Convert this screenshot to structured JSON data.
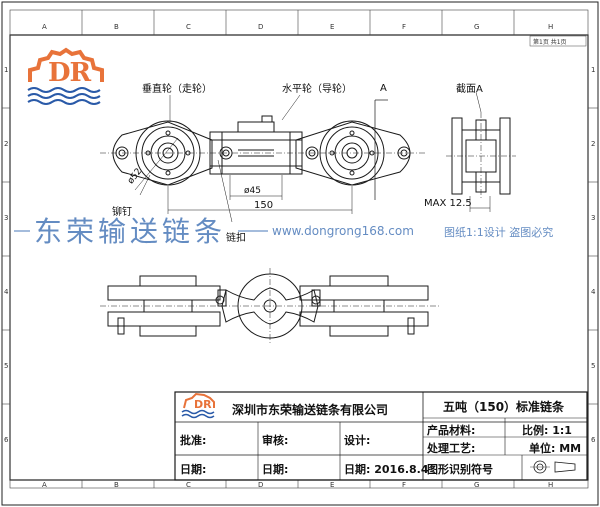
{
  "sheet": {
    "sheet_no": "第1页 共1页",
    "col_labels_top": [
      "A",
      "B",
      "C",
      "D",
      "E",
      "F",
      "G",
      "H"
    ],
    "col_labels_bottom": [
      "A",
      "B",
      "C",
      "D",
      "E",
      "F",
      "G",
      "H"
    ],
    "row_labels_left": [
      "1",
      "2",
      "3",
      "4",
      "5",
      "6"
    ],
    "row_labels_right": [
      "1",
      "2",
      "3",
      "4",
      "5",
      "6"
    ]
  },
  "logo": {
    "letters": "DR"
  },
  "annotations": {
    "vertical_wheel": "垂直轮（走轮）",
    "horizontal_wheel": "水平轮（导轮）",
    "section_marker": "A",
    "section_view_title": "截面A",
    "rivet": "铆钉",
    "chain_link": "链扣",
    "dim_diameter": "ø52",
    "dim_45": "ø45",
    "dim_150": "150",
    "dim_max": "MAX 12.5"
  },
  "watermark": {
    "brand": "东荣输送链条",
    "url": "www.dongrong168.com",
    "notice": "图纸1:1设计  盗图必究"
  },
  "title_block": {
    "company": "深圳市东荣输送链条有限公司",
    "product_title": "五吨（150）标准链条",
    "approve": "批准:",
    "review": "审核:",
    "design": "设计:",
    "date1": "日期:",
    "date2": "日期:",
    "date3": "日期: 2016.8.4",
    "material": "产品材料:",
    "process": "处理工艺:",
    "symbol": "图形识别符号",
    "scale": "比例: 1:1",
    "unit": "单位: MM",
    "logo_letters": "DR"
  },
  "colors": {
    "line": "#1a1a1a",
    "logo_orange": "#e8733a",
    "logo_blue": "#2a5aa8",
    "watermark_blue": "#4a78b8"
  }
}
